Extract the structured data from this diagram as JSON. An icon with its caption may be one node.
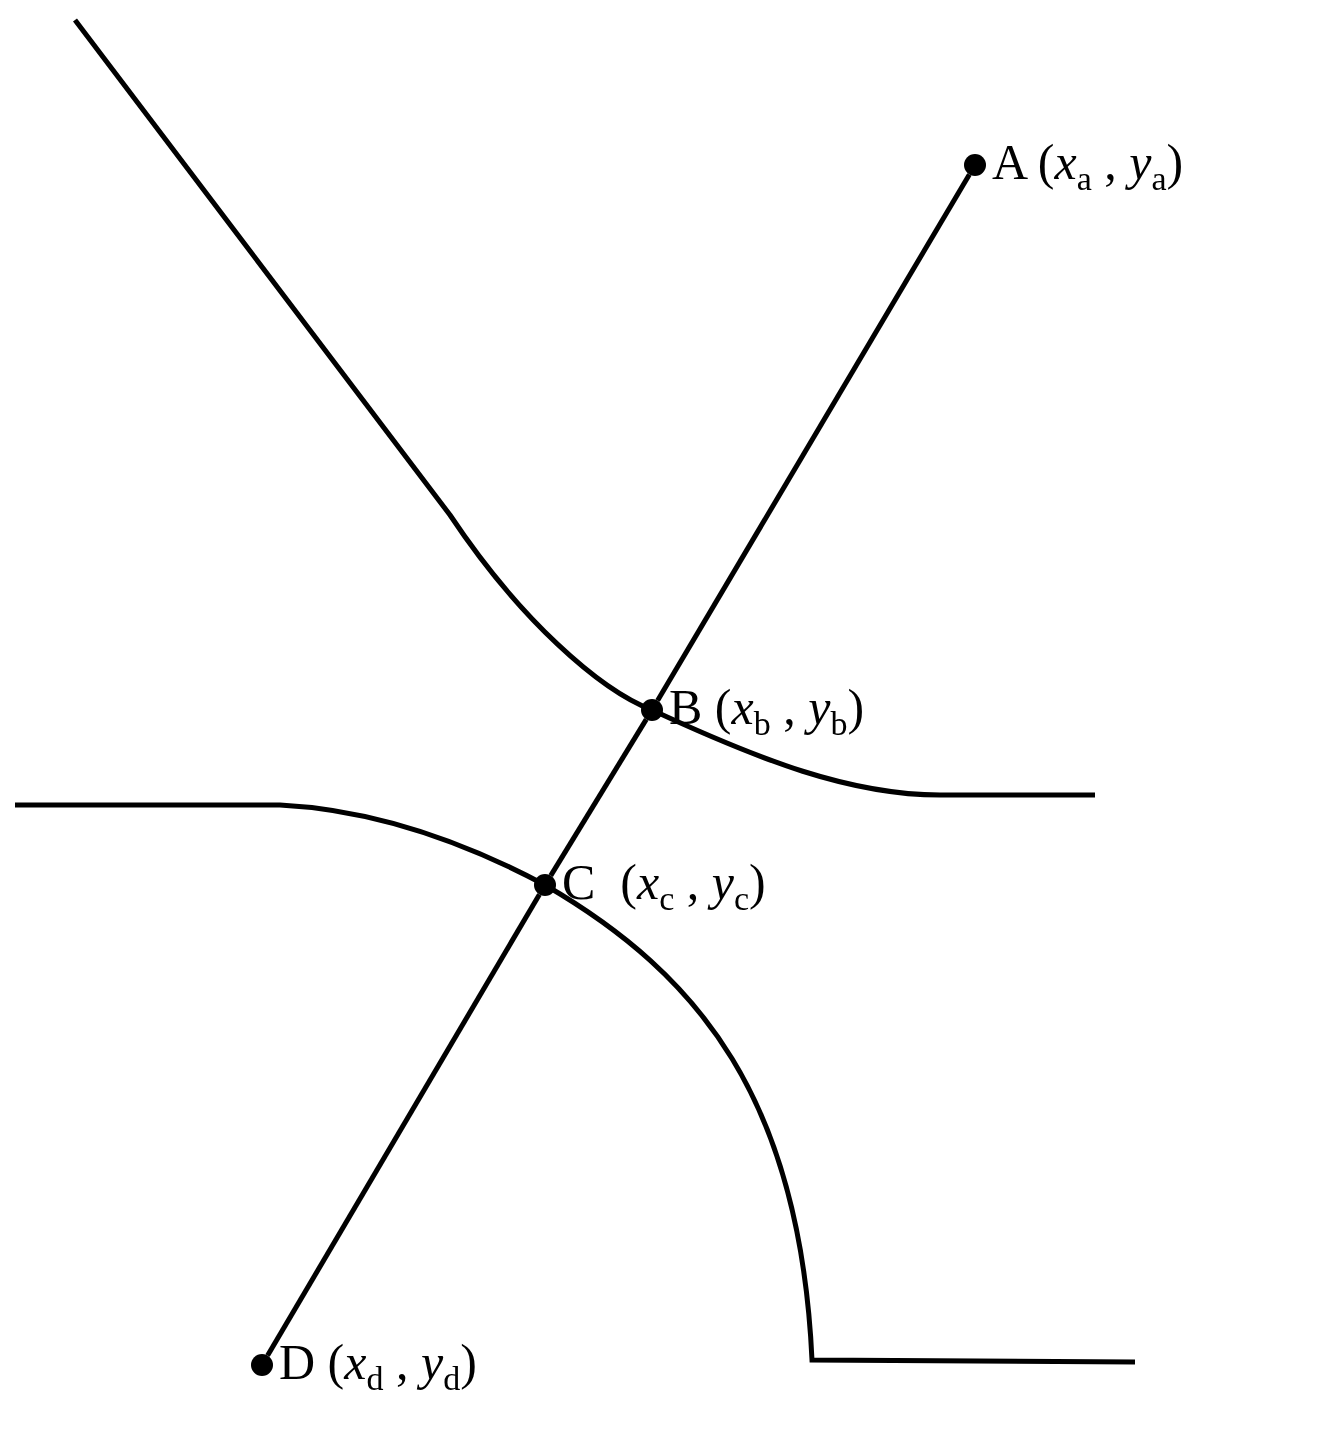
{
  "diagram": {
    "nodes": [
      {
        "text": [
          "A (*x*$_{a}$ , *y*$_{a}$)"
        ]
      },
      {
        "text": [
          "B (*x*$_{b}$ , *y*$_{b}$)"
        ]
      },
      {
        "text": [
          "C  (*x*$_{c}$ , *y*$_{c}$)"
        ]
      },
      {
        "text": [
          "D (*x*$_{d}$ , *y*$_{d}$)"
        ]
      }
    ],
    "edges": [
      {
        "from": 0,
        "to": 1,
        "arrow": "none"
      },
      {
        "from": 1,
        "to": 2,
        "arrow": "none"
      },
      {
        "from": 2,
        "to": 3,
        "arrow": "none"
      }
    ]
  }
}
